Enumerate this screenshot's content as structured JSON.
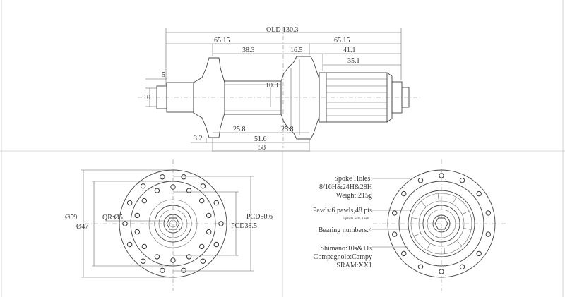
{
  "side_view": {
    "dims": {
      "old": "OLD 130.3",
      "left_flange": "65.15",
      "right_flange": "65.15",
      "d38_3": "38.3",
      "d16_5": "16.5",
      "d41_1": "41.1",
      "d35_1": "35.1",
      "d5": "5",
      "d10": "10",
      "d10_8": "10.8",
      "d25_8_left": "25.8",
      "d25_8_right": "25.8",
      "d3_2": "3.2",
      "d51_6": "51.6",
      "d58": "58"
    }
  },
  "front_view": {
    "dims": {
      "dia59": "Ø59",
      "dia47": "Ø47",
      "qr": "QR:Ø5",
      "pcd50": "PCD50.6",
      "pcd38": "PCD38.5"
    }
  },
  "spec_notes": {
    "spoke_holes_label": "Spoke Holes:",
    "spoke_holes_value": "8/16H&24H&28H",
    "weight": "Weight:215g",
    "pawls": "Pawls:6 pawls,48 pts",
    "pawls_small": "6 pawls with 3 sets",
    "bearings": "Bearing numbers:4",
    "shimano": "Shimano:10s&11s",
    "campagnolo": "Compagnolo:Campy",
    "sram": "SRAM:XX1"
  }
}
